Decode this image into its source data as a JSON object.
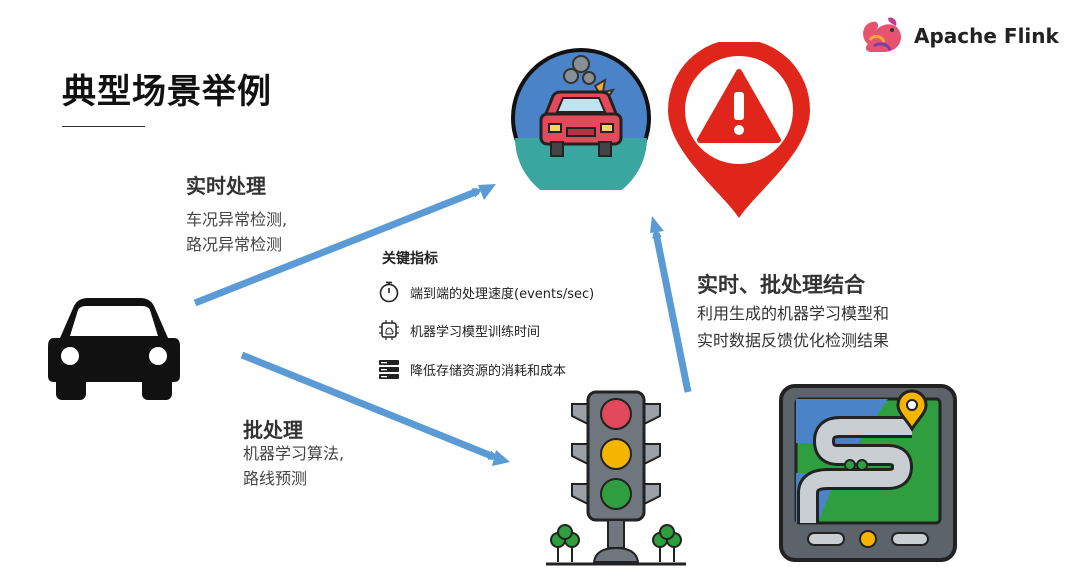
{
  "title": "典型场景举例",
  "brand": {
    "name": "Apache Flink",
    "icon": "squirrel-logo"
  },
  "realtime": {
    "heading": "实时处理",
    "lines": [
      "车况异常检测,",
      "路况异常检测"
    ]
  },
  "batch": {
    "heading": "批处理",
    "lines": [
      "机器学习算法,",
      "路线预测"
    ]
  },
  "combined": {
    "heading": "实时、批处理结合",
    "lines": [
      "利用生成的机器学习模型和",
      "实时数据反馈优化检测结果"
    ]
  },
  "key_metrics": {
    "heading": "关键指标",
    "items": [
      {
        "icon": "stopwatch-icon",
        "label": "端到端的处理速度(events/sec)"
      },
      {
        "icon": "chip-icon",
        "label": "机器学习模型训练时间"
      },
      {
        "icon": "server-icon",
        "label": "降低存储资源的消耗和成本"
      }
    ]
  },
  "colors": {
    "arrow": "#5b9bd5",
    "alert_red": "#e0261b",
    "teal": "#3aa6a0"
  }
}
